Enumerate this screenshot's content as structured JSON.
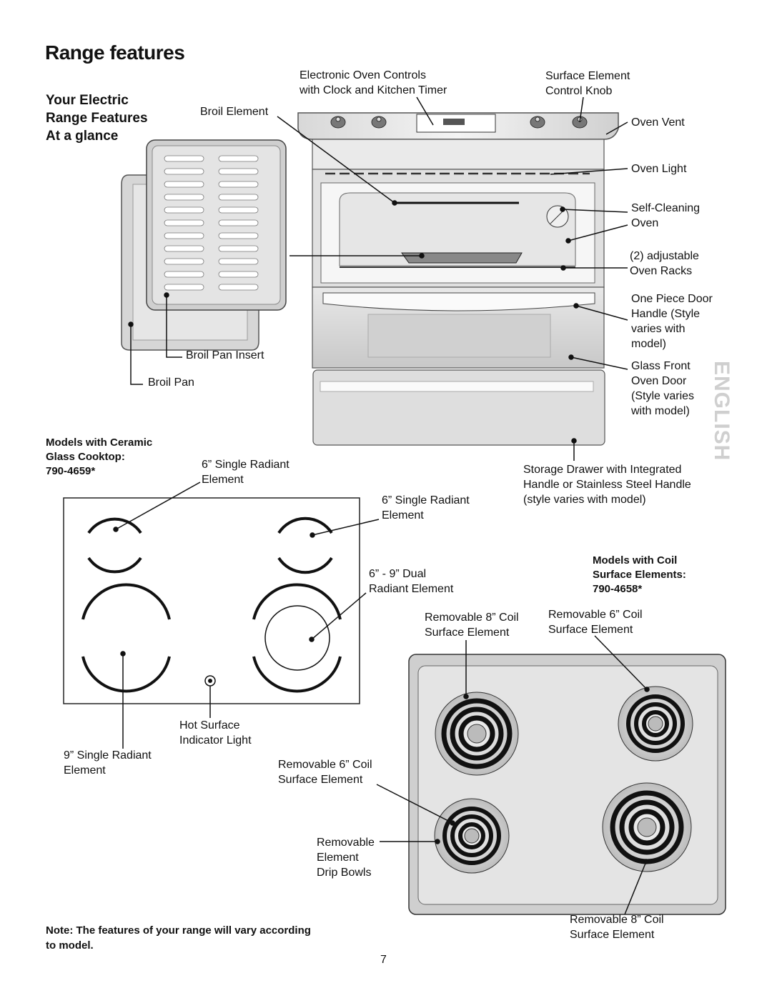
{
  "page": {
    "title": "Range features",
    "subtitle": "Your Electric Range Features At a glance",
    "side_tab": "ENGLISH",
    "page_number": "7",
    "note": "Note: The features of your range will vary according to model."
  },
  "range_labels": {
    "electronic_controls": [
      "Electronic Oven Controls",
      "with Clock and Kitchen Timer"
    ],
    "surface_knob": [
      "Surface Element",
      "Control Knob"
    ],
    "broil_element": "Broil Element",
    "oven_vent": "Oven Vent",
    "oven_light": "Oven Light",
    "self_cleaning": [
      "Self-Cleaning",
      "Oven"
    ],
    "oven_racks": [
      "(2) adjustable",
      "Oven Racks"
    ],
    "door_handle": [
      "One Piece Door",
      "Handle (Style",
      "varies with",
      "model)"
    ],
    "glass_door": [
      "Glass Front",
      "Oven Door",
      "(Style varies",
      "with model)"
    ],
    "broil_pan_insert": "Broil Pan Insert",
    "broil_pan": "Broil Pan",
    "storage_drawer": [
      "Storage Drawer with Integrated",
      "Handle or Stainless Steel Handle",
      "(style varies with model)"
    ]
  },
  "ceramic_section": {
    "heading": [
      "Models with Ceramic",
      "Glass Cooktop:",
      "790-4659*"
    ],
    "single_6_left": [
      "6” Single Radiant",
      "Element"
    ],
    "single_6_right": [
      "6” Single Radiant",
      "Element"
    ],
    "dual": [
      "6” - 9” Dual",
      "Radiant Element"
    ],
    "single_9": [
      "9” Single Radiant",
      "Element"
    ],
    "hot_surface": [
      "Hot Surface",
      "Indicator Light"
    ]
  },
  "coil_section": {
    "heading": [
      "Models with Coil",
      "Surface Elements:",
      "790-4658*"
    ],
    "coil_8_top": [
      "Removable 8” Coil",
      "Surface Element"
    ],
    "coil_6_top": [
      "Removable 6” Coil",
      "Surface Element"
    ],
    "coil_6_bottom": [
      "Removable 6” Coil",
      "Surface Element"
    ],
    "drip_bowls": [
      "Removable",
      "Element",
      "Drip Bowls"
    ],
    "coil_8_bottom": [
      "Removable 8” Coil",
      "Surface Element"
    ]
  },
  "colors": {
    "side_tab": "#cfcfcf",
    "text": "#111111"
  }
}
